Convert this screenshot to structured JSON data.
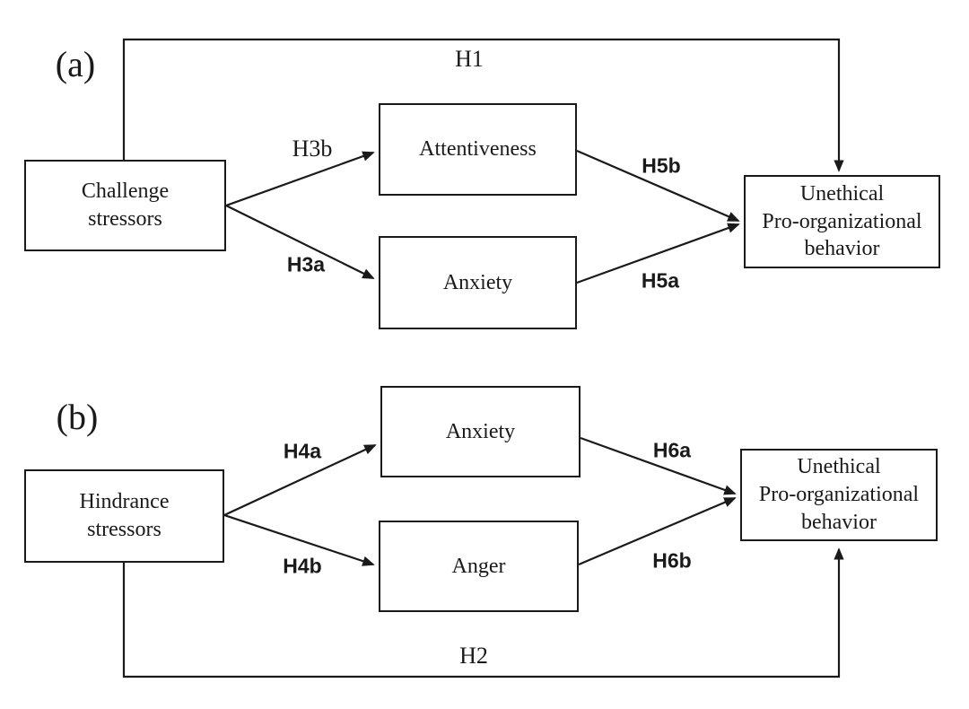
{
  "figure": {
    "ink_color": "#1a1a1a",
    "background_color": "#ffffff"
  },
  "panel_a": {
    "label": "(a)",
    "boxes": {
      "challenge": "Challenge\nstressors",
      "attentiveness": "Attentiveness",
      "anxiety": "Anxiety",
      "upb": "Unethical\nPro-organizational\nbehavior"
    },
    "hypotheses": {
      "h1": "H1",
      "h3b": "H3b",
      "h3a": "H3a",
      "h5b": "H5b",
      "h5a": "H5a"
    },
    "edges": [
      {
        "from": "Challenge stressors",
        "to": "Unethical Pro-organizational behavior",
        "label": "H1"
      },
      {
        "from": "Challenge stressors",
        "to": "Attentiveness",
        "label": "H3b"
      },
      {
        "from": "Challenge stressors",
        "to": "Anxiety",
        "label": "H3a"
      },
      {
        "from": "Attentiveness",
        "to": "Unethical Pro-organizational behavior",
        "label": "H5b"
      },
      {
        "from": "Anxiety",
        "to": "Unethical Pro-organizational behavior",
        "label": "H5a"
      }
    ]
  },
  "panel_b": {
    "label": "(b)",
    "boxes": {
      "hindrance": "Hindrance\nstressors",
      "anxiety": "Anxiety",
      "anger": "Anger",
      "upb": "Unethical\nPro-organizational\nbehavior"
    },
    "hypotheses": {
      "h2": "H2",
      "h4a": "H4a",
      "h4b": "H4b",
      "h6a": "H6a",
      "h6b": "H6b"
    },
    "edges": [
      {
        "from": "Hindrance stressors",
        "to": "Unethical Pro-organizational behavior",
        "label": "H2"
      },
      {
        "from": "Hindrance stressors",
        "to": "Anxiety",
        "label": "H4a"
      },
      {
        "from": "Hindrance stressors",
        "to": "Anger",
        "label": "H4b"
      },
      {
        "from": "Anxiety",
        "to": "Unethical Pro-organizational behavior",
        "label": "H6a"
      },
      {
        "from": "Anger",
        "to": "Unethical Pro-organizational behavior",
        "label": "H6b"
      }
    ]
  }
}
